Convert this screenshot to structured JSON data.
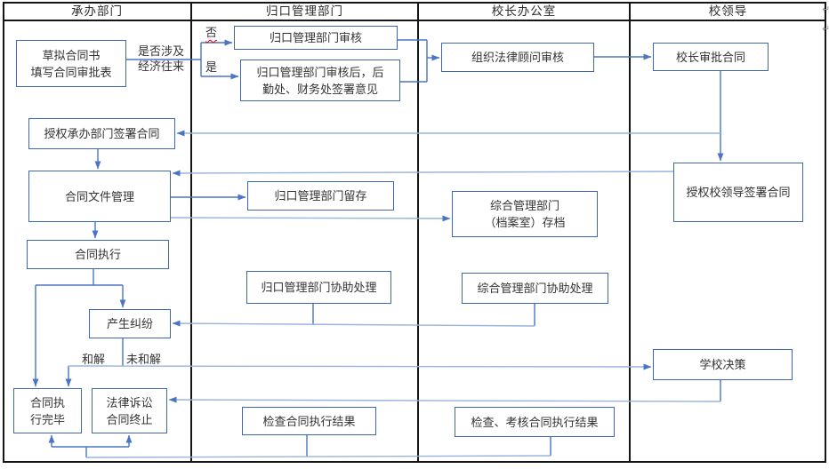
{
  "table": {
    "lanes": [
      "承办部门",
      "归口管理部门",
      "校长办公室",
      "校领导"
    ]
  },
  "nodes": {
    "draft": "草拟合同书\n填写合同审批表",
    "dept_review": "归口管理部门审核",
    "dept_review_sign": "归口管理部门审核后，后\n勤处、财务处签署意见",
    "legal_review": "组织法律顾问审核",
    "president_approve": "校长审批合同",
    "auth_dept_sign": "授权承办部门签署合同",
    "doc_mgmt": "合同文件管理",
    "dept_retain": "归口管理部门留存",
    "archive": "综合管理部门\n（档案室）存档",
    "auth_leader_sign": "授权校领导签署合同",
    "exec": "合同执行",
    "dept_assist": "归口管理部门协助处理",
    "general_assist": "综合管理部门协助处理",
    "dispute": "产生纠纷",
    "decision": "学校决策",
    "exec_done": "合同执\n行完毕",
    "lawsuit": "法律诉讼\n合同终止",
    "check_exec": "检查合同执行结果",
    "check_assess": "检查、考核合同执行结果"
  },
  "labels": {
    "econ_question": "是否涉及\n经济往来",
    "no": "否",
    "yes": "是",
    "settle": "和解",
    "not_settle": "未和解"
  },
  "artifacts": {
    "return_mark": "↵"
  },
  "colors": {
    "connector": "#4a74c4",
    "connector_pale": "#97b3de",
    "box_border": "#3d68b0",
    "table_border": "#151515",
    "text": "#333333",
    "spellcheck_underline": "#e00000"
  }
}
